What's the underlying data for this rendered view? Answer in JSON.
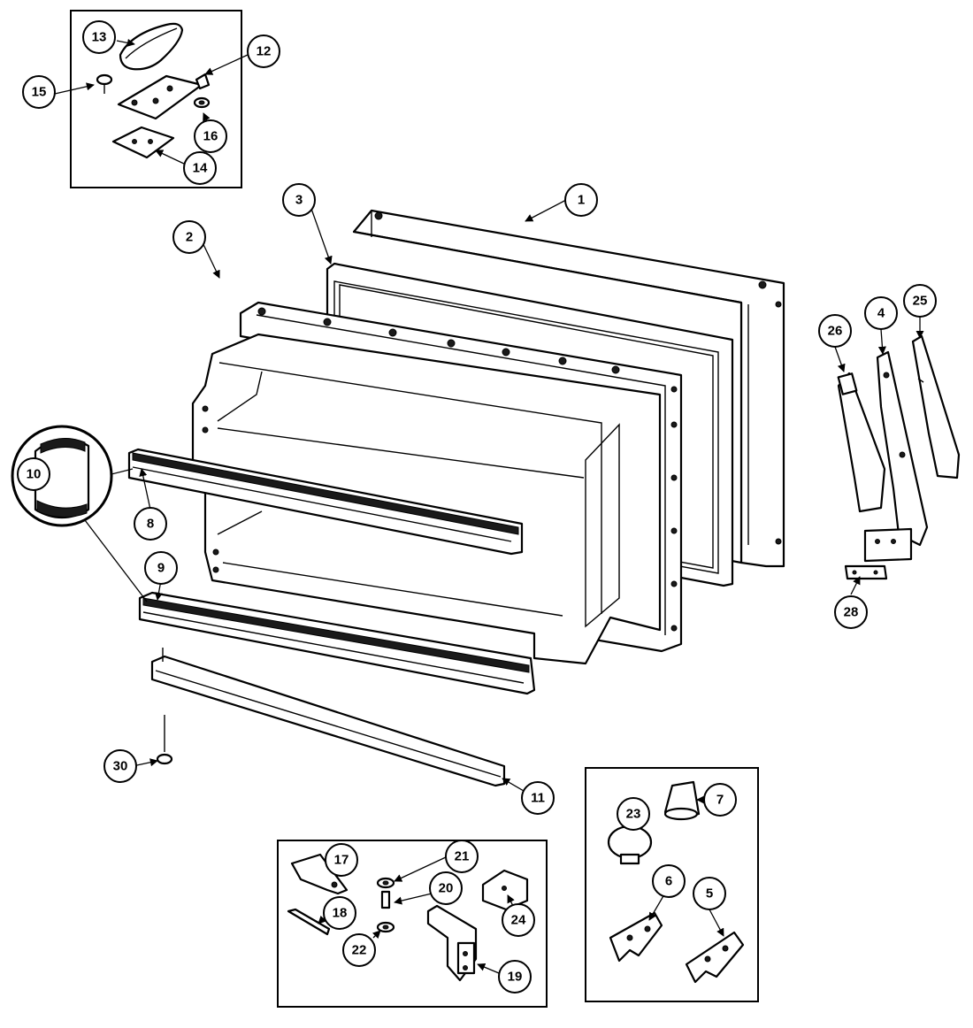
{
  "diagram": {
    "callouts": [
      "1",
      "2",
      "3",
      "4",
      "5",
      "6",
      "7",
      "8",
      "9",
      "10",
      "11",
      "12",
      "13",
      "14",
      "15",
      "16",
      "17",
      "18",
      "19",
      "20",
      "21",
      "22",
      "23",
      "24",
      "25",
      "26",
      "28",
      "30"
    ]
  }
}
